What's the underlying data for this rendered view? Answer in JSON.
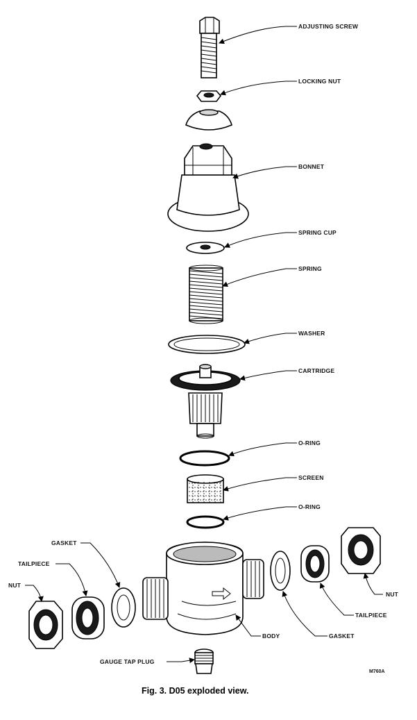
{
  "labels": {
    "adjusting_screw": "ADJUSTING SCREW",
    "locking_nut": "LOCKING NUT",
    "bonnet": "BONNET",
    "spring_cup": "SPRING CUP",
    "spring": "SPRING",
    "washer": "WASHER",
    "cartridge": "CARTRIDGE",
    "o_ring_upper": "O-RING",
    "screen": "SCREEN",
    "o_ring_lower": "O-RING",
    "gasket_left": "GASKET",
    "tailpiece_left": "TAILPIECE",
    "nut_left": "NUT",
    "nut_right": "NUT",
    "tailpiece_right": "TAILPIECE",
    "gasket_right": "GASKET",
    "body": "BODY",
    "gauge_tap_plug": "GAUGE TAP PLUG"
  },
  "drawing_code": "M760A",
  "caption": "Fig. 3. D05 exploded view."
}
